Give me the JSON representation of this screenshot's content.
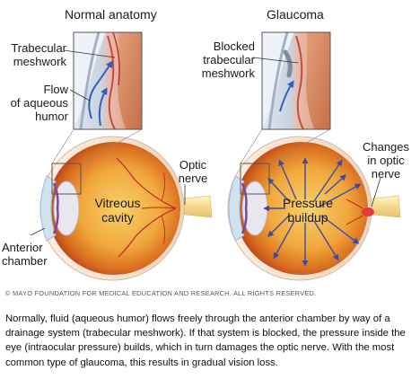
{
  "panels": {
    "left": {
      "title": "Normal anatomy",
      "labels": {
        "trabecular_1": "Trabecular",
        "trabecular_2": "meshwork",
        "flow_1": "Flow",
        "flow_2": "of aqueous",
        "flow_3": "humor",
        "anterior_1": "Anterior",
        "anterior_2": "chamber",
        "vitreous_1": "Vitreous",
        "vitreous_2": "cavity",
        "optic_1": "Optic",
        "optic_2": "nerve"
      }
    },
    "right": {
      "title": "Glaucoma",
      "labels": {
        "blocked_1": "Blocked",
        "blocked_2": "trabecular",
        "blocked_3": "meshwork",
        "changes_1": "Changes",
        "changes_2": "in optic",
        "changes_3": "nerve",
        "pressure_1": "Pressure",
        "pressure_2": "buildup"
      }
    }
  },
  "copyright": "© MAYO FOUNDATION FOR MEDICAL EDUCATION AND RESEARCH. ALL RIGHTS RESERVED.",
  "caption": "Normally, fluid (aqueous humor) flows freely through the anterior chamber by way of a drainage system (trabecular meshwork). If that system is blocked, the pressure inside the eye (intraocular pressure) builds, which in turn damages the optic nerve. With the most common type of glaucoma, this results in gradual vision loss.",
  "colors": {
    "eye_outer": "#f2dfcf",
    "eye_inner": "#e88a2a",
    "eye_core": "#f6c25a",
    "pressure_arrows": "#3b4ba8",
    "flow_arrows": "#2f5fc0",
    "vessels": "#c8202a"
  }
}
